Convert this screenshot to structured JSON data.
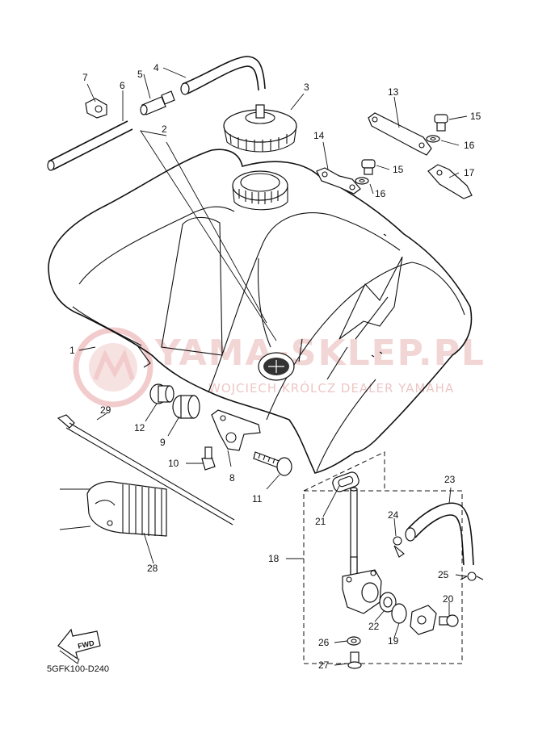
{
  "diagram_code": "5GFK100-D240",
  "watermark": {
    "main": "YAMA-SKLEP.PL",
    "sub": "WOJCIECH KRÓLCZ DEALER YAMAHA"
  },
  "fwd_label": "FWD",
  "callouts": {
    "p1": "1",
    "p2": "2",
    "p3": "3",
    "p4": "4",
    "p5": "5",
    "p6": "6",
    "p7": "7",
    "p8": "8",
    "p9": "9",
    "p10": "10",
    "p11": "11",
    "p12": "12",
    "p13": "13",
    "p14": "14",
    "p15a": "15",
    "p15b": "15",
    "p16a": "16",
    "p16b": "16",
    "p17": "17",
    "p18": "18",
    "p19": "19",
    "p20": "20",
    "p21": "21",
    "p22": "22",
    "p23": "23",
    "p24": "24",
    "p25": "25",
    "p26": "26",
    "p27": "27",
    "p28": "28",
    "p29": "29"
  },
  "colors": {
    "line": "#111111",
    "watermark": "#e7b3b3"
  }
}
